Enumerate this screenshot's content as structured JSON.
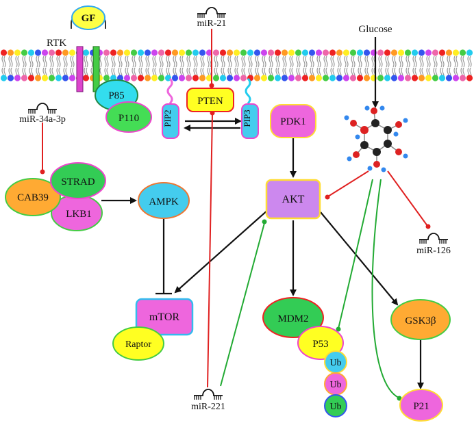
{
  "labels": {
    "gf": "GF",
    "rtk": "RTK",
    "p85": "P85",
    "p110": "P110",
    "pip2": "PIP2",
    "pip3": "PIP3",
    "pten": "PTEN",
    "pdk1": "PDK1",
    "akt": "AKT",
    "glucose": "Glucose",
    "strad": "STRAD",
    "cab39": "CAB39",
    "lkb1": "LKB1",
    "ampk": "AMPK",
    "mtor": "mTOR",
    "raptor": "Raptor",
    "mdm2": "MDM2",
    "p53": "P53",
    "ub1": "Ub",
    "ub2": "Ub",
    "ub3": "Ub",
    "gsk3b": "GSK3β",
    "p21": "P21"
  },
  "mirnas": {
    "mir21": "miR-21",
    "mir34a": "miR-34a-3p",
    "mir221": "miR-221",
    "mir126": "miR-126"
  },
  "colors": {
    "activation": "#111111",
    "inhibition_red": "#e02020",
    "inhibition_green": "#22aa33"
  }
}
